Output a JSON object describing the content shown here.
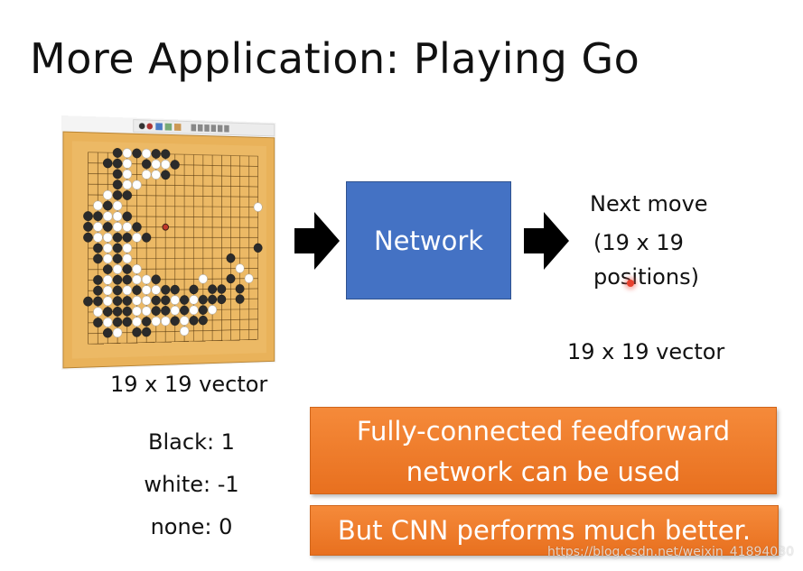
{
  "slide": {
    "title": "More Application: Playing Go",
    "board_caption": "19 x 19 vector",
    "output_caption": "19 x 19 vector",
    "legend": [
      "Black: 1",
      "white: -1",
      "none: 0"
    ],
    "network_label": "Network",
    "next_move": [
      "Next move",
      "(19 x 19",
      "positions)"
    ],
    "box1": [
      "Fully-connected feedforward",
      "network can be used"
    ],
    "box2": "But CNN performs much better.",
    "watermark": "https://blog.csdn.net/weixin_41894030"
  },
  "colors": {
    "network": "#4472c4",
    "orange": "#ed7d31",
    "board": "#e9b25a"
  },
  "icons": [
    "arrow-right-icon",
    "go-board-image",
    "cursor-highlight-icon"
  ]
}
